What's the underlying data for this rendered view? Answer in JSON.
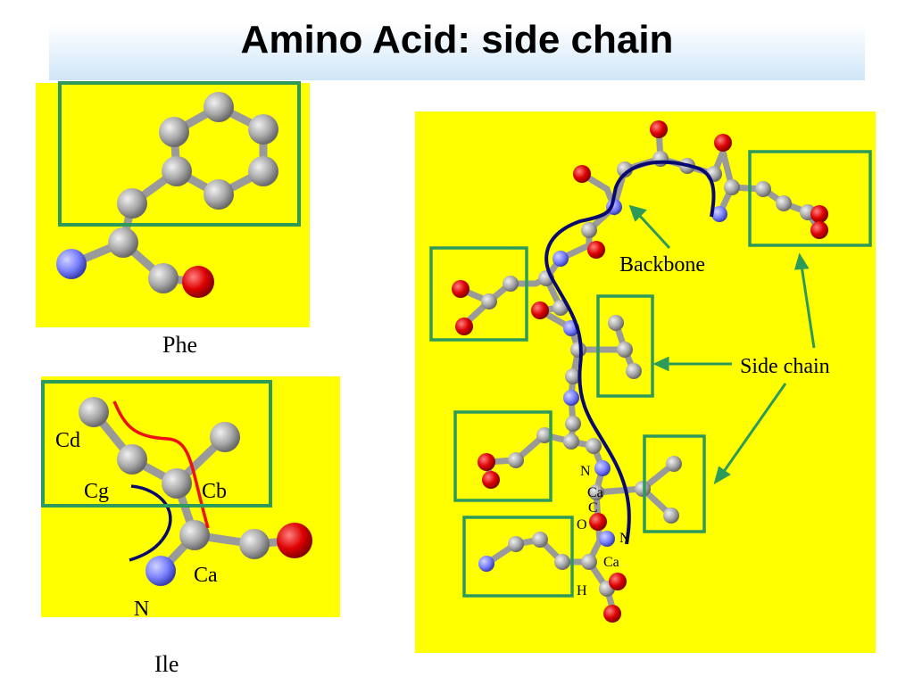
{
  "title": "Amino Acid: side chain",
  "phe": {
    "caption": "Phe"
  },
  "ile": {
    "caption": "Ile",
    "labels": {
      "cd": "Cd",
      "cg": "Cg",
      "cb": "Cb",
      "ca": "Ca",
      "n": "N"
    }
  },
  "peptide": {
    "backbone_label": "Backbone",
    "side_chain_label": "Side chain",
    "atom_labels": {
      "n1": "N",
      "ca1": "Ca",
      "c": "C",
      "o": "O",
      "n2": "N",
      "ca2": "Ca",
      "h": "H"
    }
  },
  "colors": {
    "panel_bg": "#ffff00",
    "box": "#2e9a5a",
    "carbon": "#a8a8a8",
    "oxygen": "#dd0000",
    "nitrogen": "#7a80ff",
    "backbone_trace": "#0a0a6e",
    "sidechain_trace": "#ee1111"
  }
}
